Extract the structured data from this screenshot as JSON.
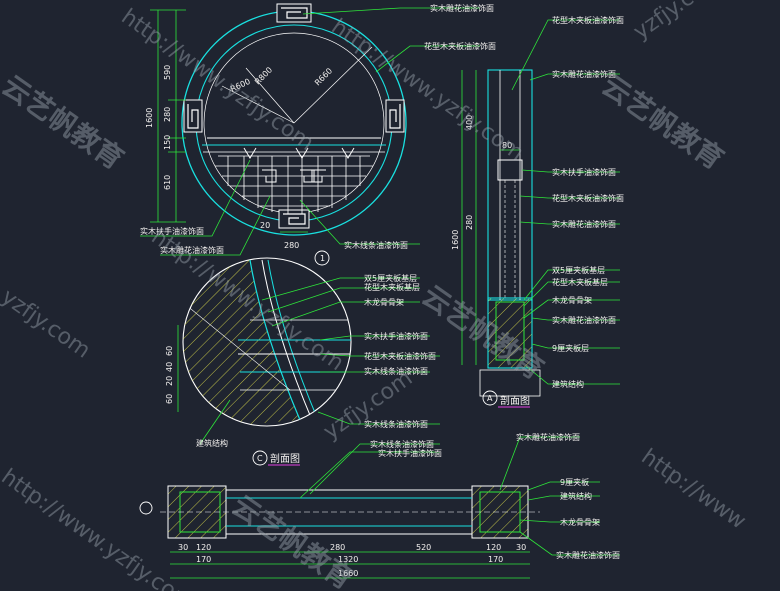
{
  "labels": {
    "top_carving": "实木雕花油漆饰面",
    "top_plywood": "花型木夹板油漆饰面",
    "left_handrail": "实木扶手油漆饰面",
    "left_carving": "实木雕花油漆饰面",
    "bottom_strip": "实木线条油漆饰面",
    "d_plywood_layer": "双5厘夹板基层",
    "d_flower_plywood": "花型木夹板基层",
    "d_keel": "木龙骨骨架",
    "d_handrail": "实木扶手油漆饰面",
    "d_plywood_finish": "花型木夹板油漆饰面",
    "d_strip": "实木线条油漆饰面",
    "d_strip2": "实木线条油漆饰面",
    "d_building": "建筑结构",
    "s_flower_plywood": "花型木夹板油漆饰面",
    "s_carving": "实木雕花油漆饰面",
    "s_handrail": "实木扶手油漆饰面",
    "s_flower_plywood2": "花型木夹板油漆饰面",
    "s_carving2": "实木雕花油漆饰面",
    "s_plywood_layer": "双5厘夹板基层",
    "s_flower_plywood_layer": "花型木夹板基层",
    "s_keel": "木龙骨骨架",
    "s_carving3": "实木雕花油漆饰面",
    "s_nine_ply": "9厘夹板层",
    "s_building": "建筑结构",
    "p_carving": "实木雕花油漆饰面",
    "p_strip": "实木线条油漆饰面",
    "p_handrail": "实木扶手油漆饰面",
    "p_nine": "9厘夹板",
    "p_building": "建筑结构",
    "p_keel": "木龙骨骨架",
    "p_carving2": "实木雕花油漆饰面"
  },
  "titles": {
    "section_c": "剖面图",
    "section_a": "剖面图",
    "marker_c": "C",
    "marker_a": "A",
    "marker_1": "1"
  },
  "dims": {
    "v1600": "1600",
    "v590": "590",
    "v610": "610",
    "v280": "280",
    "v400": "400",
    "v150": "150",
    "r800": "R800",
    "r660": "R660",
    "r600": "R600",
    "d280": "280",
    "d20": "20",
    "s80": "80",
    "c60a": "60",
    "c40": "40",
    "c20": "20",
    "c60b": "60",
    "p30": "30",
    "p120": "120",
    "p280": "280",
    "p520": "520",
    "p120b": "120",
    "p30b": "30",
    "p170": "170",
    "p1320": "1320",
    "p170b": "170",
    "p1660": "1660"
  },
  "watermarks": {
    "url": "http://www.yzfjy.com",
    "brand": "云艺帆教育",
    "domain_frag": "yzfjy.com",
    "url_short": "http://www"
  },
  "colors": {
    "background": "#1f2430",
    "structure": "#19e0e0",
    "leader": "#2ee63a",
    "text": "#f4f2f0",
    "hatch": "#e8e84c",
    "bright": "#ffffff",
    "magenta": "#e040e0"
  }
}
